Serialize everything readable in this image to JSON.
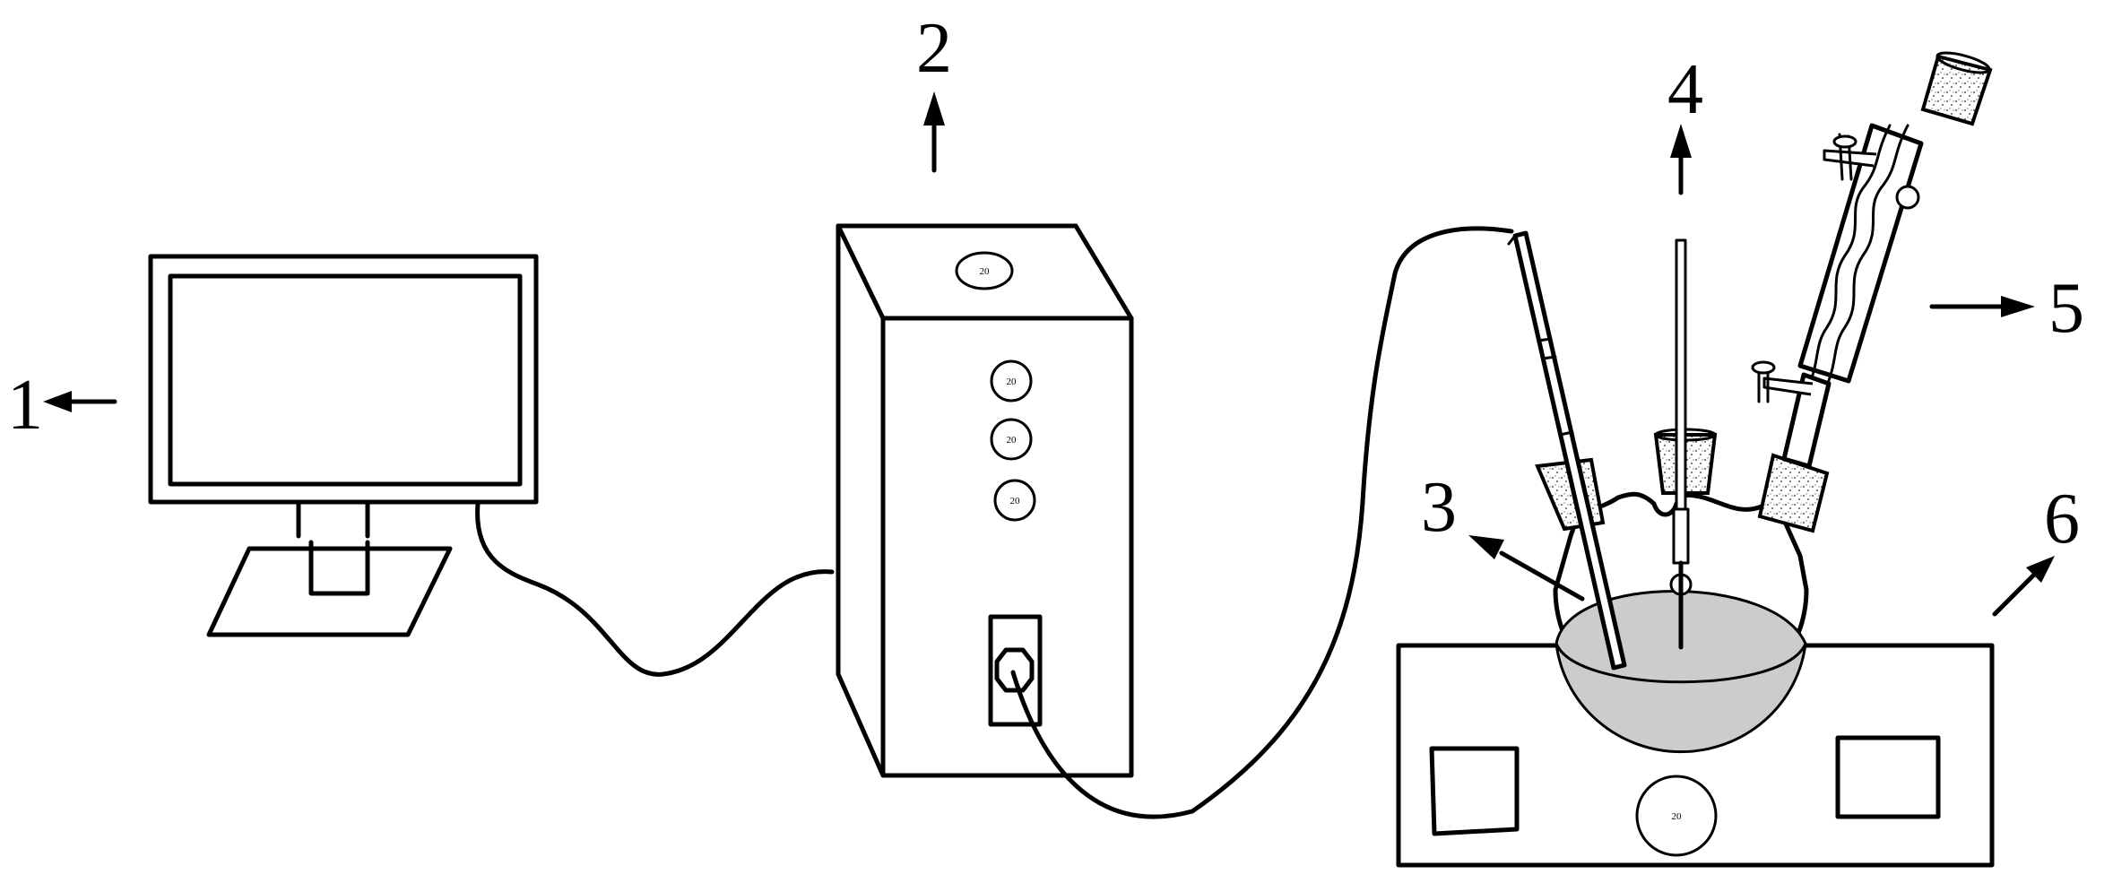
{
  "labels": {
    "computer": "1",
    "controller": "2",
    "flask": "3",
    "thermometer": "4",
    "condenser": "5",
    "stirrer": "6"
  },
  "knobs": {
    "controller_top": "20",
    "controller_1": "20",
    "controller_2": "20",
    "controller_3": "20",
    "stirrer": "20"
  },
  "colors": {
    "line": "#000000",
    "liquid": "#cccccc",
    "background": "#ffffff"
  }
}
